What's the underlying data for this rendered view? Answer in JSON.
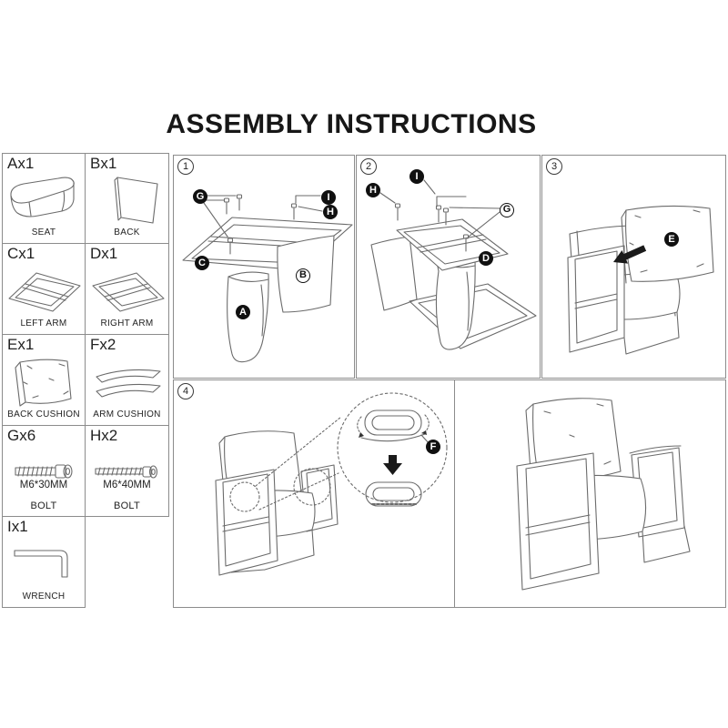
{
  "title": "ASSEMBLY INSTRUCTIONS",
  "parts": [
    {
      "code": "Ax1",
      "name": "SEAT"
    },
    {
      "code": "Bx1",
      "name": "BACK"
    },
    {
      "code": "Cx1",
      "name": "LEFT ARM"
    },
    {
      "code": "Dx1",
      "name": "RIGHT ARM"
    },
    {
      "code": "Ex1",
      "name": "BACK CUSHION"
    },
    {
      "code": "Fx2",
      "name": "ARM CUSHION"
    },
    {
      "code": "Gx6",
      "spec": "M6*30MM",
      "name": "BOLT"
    },
    {
      "code": "Hx2",
      "spec": "M6*40MM",
      "name": "BOLT"
    },
    {
      "code": "Ix1",
      "name": "WRENCH"
    }
  ],
  "steps": [
    {
      "number": "1",
      "labels": [
        {
          "letter": "G"
        },
        {
          "letter": "C"
        },
        {
          "letter": "A"
        },
        {
          "letter": "B"
        },
        {
          "letter": "I"
        },
        {
          "letter": "H"
        }
      ]
    },
    {
      "number": "2",
      "labels": [
        {
          "letter": "H"
        },
        {
          "letter": "I"
        },
        {
          "letter": "G"
        },
        {
          "letter": "D"
        }
      ]
    },
    {
      "number": "3",
      "labels": [
        {
          "letter": "E"
        }
      ]
    },
    {
      "number": "4",
      "labels": [
        {
          "letter": "F"
        }
      ]
    }
  ],
  "colors": {
    "line": "#6b6b6b",
    "label_bg": "#101010",
    "panel_border": "#8c8c8c",
    "title_color": "#171717"
  }
}
